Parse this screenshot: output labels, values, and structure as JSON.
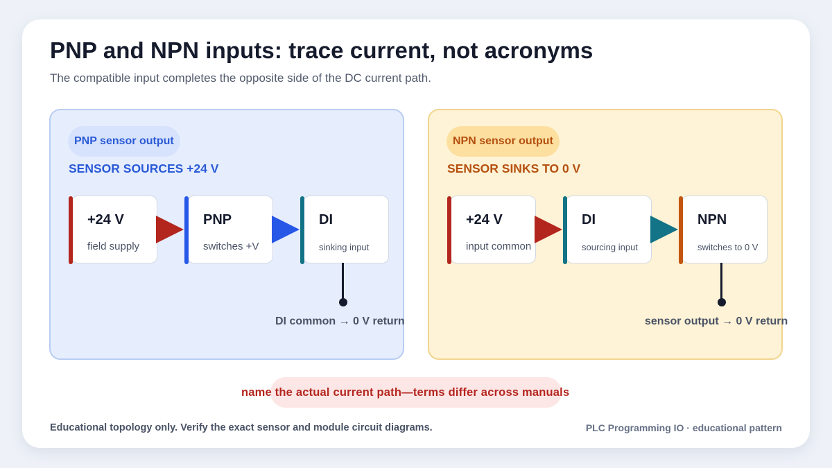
{
  "title": "PNP and NPN inputs: trace current, not acronyms",
  "subtitle": "The compatible input completes the opposite side of the DC current path.",
  "panels": [
    {
      "badge": "PNP sensor output",
      "heading": "SENSOR SOURCES +24 V",
      "boxes": [
        {
          "title": "+24 V",
          "sub": "field supply",
          "color": "#b3261e"
        },
        {
          "title": "PNP",
          "sub": "switches +V",
          "color": "#2657e6"
        },
        {
          "title": "DI",
          "sub": "sinking input",
          "color": "#137387"
        }
      ],
      "arrow_colors": [
        "#b3261e",
        "#2657e6"
      ],
      "return_label": "DI common → 0 V return"
    },
    {
      "badge": "NPN sensor output",
      "heading": "SENSOR SINKS TO 0 V",
      "boxes": [
        {
          "title": "+24 V",
          "sub": "input common",
          "color": "#b3261e"
        },
        {
          "title": "DI",
          "sub": "sourcing input",
          "color": "#137387"
        },
        {
          "title": "NPN",
          "sub": "switches to 0 V",
          "color": "#c2560f"
        }
      ],
      "arrow_colors": [
        "#b3261e",
        "#137387"
      ],
      "return_label": "sensor output → 0 V return"
    }
  ],
  "note": "name the actual current path—terms differ across manuals",
  "footer": {
    "left": "Educational topology only. Verify the exact sensor and module circuit diagrams.",
    "right": "PLC Programming IO · educational pattern"
  }
}
